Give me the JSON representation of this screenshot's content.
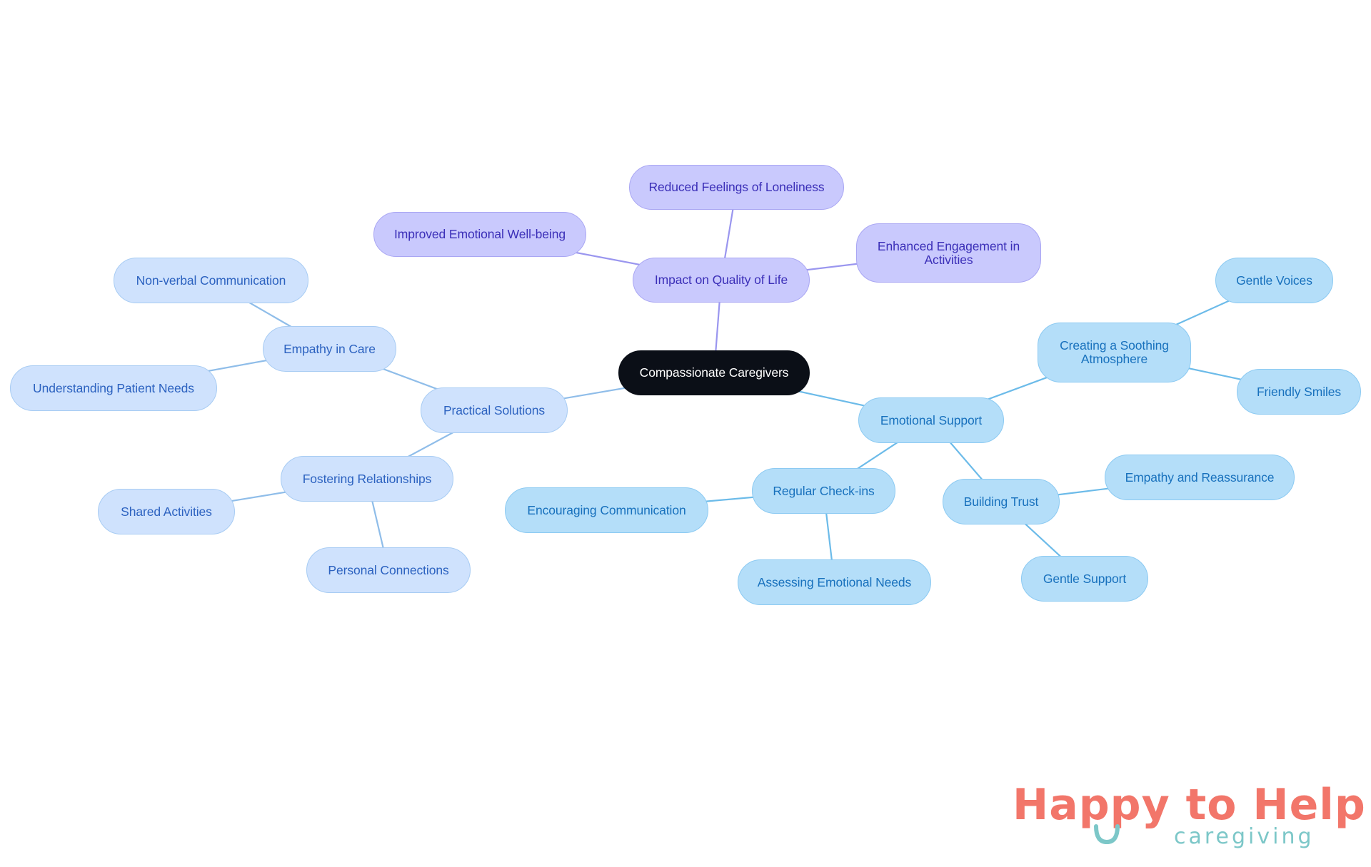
{
  "diagram": {
    "root": "Compassionate Caregivers",
    "branches": [
      {
        "label": "Impact on Quality of Life",
        "children": [
          "Reduced Feelings of Loneliness",
          "Improved Emotional Well-being",
          "Enhanced Engagement in Activities"
        ]
      },
      {
        "label": "Practical Solutions",
        "children": [
          {
            "label": "Empathy in Care",
            "children": [
              "Non-verbal Communication",
              "Understanding Patient Needs"
            ]
          },
          {
            "label": "Fostering Relationships",
            "children": [
              "Shared Activities",
              "Personal Connections"
            ]
          }
        ]
      },
      {
        "label": "Emotional Support",
        "children": [
          {
            "label": "Creating a Soothing Atmosphere",
            "children": [
              "Gentle Voices",
              "Friendly Smiles"
            ]
          },
          {
            "label": "Regular Check-ins",
            "children": [
              "Encouraging Communication",
              "Assessing Emotional Needs"
            ]
          },
          {
            "label": "Building Trust",
            "children": [
              "Empathy and Reassurance",
              "Gentle Support"
            ]
          }
        ]
      }
    ],
    "colors": {
      "root": "#0b0f17",
      "quality_of_life_branch": "#c9c9fd",
      "practical_solutions_branch": "#cfe2fd",
      "emotional_support_branch": "#b4def9"
    }
  },
  "logo": {
    "name": "Happy to Help",
    "tagline": "caregiving",
    "colors": {
      "name": "#f2766a",
      "tagline": "#7cc7c8"
    }
  }
}
